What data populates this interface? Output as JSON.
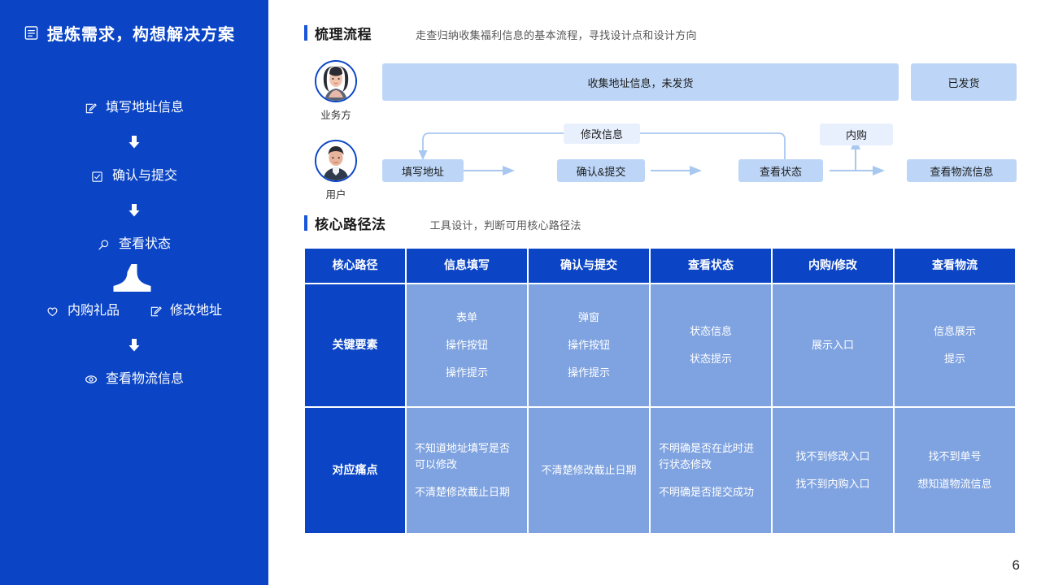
{
  "sidebar": {
    "title": "提炼需求，构想解决方案",
    "title_icon": "doc-list-icon",
    "steps": [
      {
        "label": "填写地址信息",
        "icon": "edit-square-icon"
      },
      {
        "label": "确认与提交",
        "icon": "checkbox-icon"
      },
      {
        "label": "查看状态",
        "icon": "search-icon"
      }
    ],
    "branch": [
      {
        "label": "内购礼品",
        "icon": "heart-icon"
      },
      {
        "label": "修改地址",
        "icon": "edit-square-icon"
      }
    ],
    "last_step": {
      "label": "查看物流信息",
      "icon": "eye-icon"
    }
  },
  "sections": [
    {
      "title": "梳理流程",
      "subtitle": "走查归纳收集福利信息的基本流程，寻找设计点和设计方向"
    },
    {
      "title": "核心路径法",
      "subtitle": "工具设计，判断可用核心路径法"
    }
  ],
  "flow": {
    "actors": [
      {
        "label": "业务方",
        "avatar": "female-avatar"
      },
      {
        "label": "用户",
        "avatar": "male-avatar"
      }
    ],
    "business_boxes": [
      {
        "label": "收集地址信息，未发货"
      },
      {
        "label": "已发货"
      }
    ],
    "user_boxes": [
      {
        "label": "填写地址"
      },
      {
        "label": "确认&提交"
      },
      {
        "label": "查看状态"
      },
      {
        "label": "查看物流信息"
      }
    ],
    "loop_label": "修改信息",
    "branch_label": "内购"
  },
  "table": {
    "headers": [
      "核心路径",
      "信息填写",
      "确认与提交",
      "查看状态",
      "内购/修改",
      "查看物流"
    ],
    "rows": [
      {
        "label": "关键要素",
        "cells": [
          [
            "表单",
            "操作按钮",
            "操作提示"
          ],
          [
            "弹窗",
            "操作按钮",
            "操作提示"
          ],
          [
            "状态信息",
            "状态提示"
          ],
          [
            "展示入口"
          ],
          [
            "信息展示",
            "提示"
          ]
        ]
      },
      {
        "label": "对应痛点",
        "cells": [
          [
            "不知道地址填写是否可以修改",
            "不清楚修改截止日期"
          ],
          [
            "不清楚修改截止日期"
          ],
          [
            "不明确是否在此时进行状态修改",
            "不明确是否提交成功"
          ],
          [
            "找不到修改入口",
            "找不到内购入口"
          ],
          [
            "找不到单号",
            "想知道物流信息"
          ]
        ]
      }
    ]
  },
  "page_number": "6",
  "colors": {
    "brand_blue": "#0B45C6",
    "accent_bar": "#1A56DB",
    "box_blue": "#BDD6F7",
    "box_pale": "#E8F0FE",
    "cell_blue": "#7FA3E0",
    "arrow_blue": "#A9C8F0"
  }
}
